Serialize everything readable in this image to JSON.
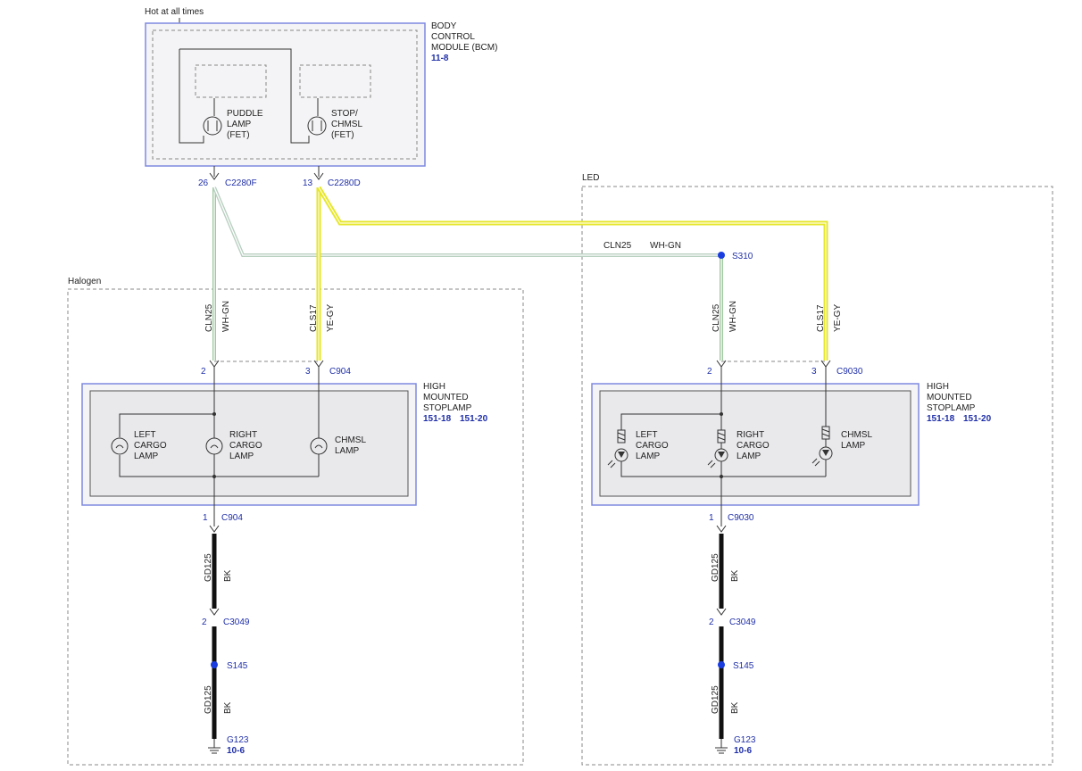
{
  "colors": {
    "highlight": "#e6e62e",
    "connector_text": "#1f2fa8",
    "module_border": "#7f8ae0",
    "wire_green": "#9fc79f",
    "splice_dot": "#1a3de0"
  },
  "top": {
    "hot_label": "Hot at all times"
  },
  "bcm": {
    "title_lines": [
      "BODY",
      "CONTROL",
      "MODULE (BCM)"
    ],
    "ref": "11-8",
    "fet1_lines": [
      "PUDDLE",
      "LAMP",
      "(FET)"
    ],
    "fet2_lines": [
      "STOP/",
      "CHMSL",
      "(FET)"
    ],
    "pin1": "26",
    "conn1": "C2280F",
    "pin2": "13",
    "conn2": "C2280D"
  },
  "top_wire": {
    "circuit": "CLN25",
    "color": "WH-GN"
  },
  "halogen": {
    "label": "Halogen",
    "wire1_circuit": "CLN25",
    "wire1_color": "WH-GN",
    "wire2_circuit": "CLS17",
    "wire2_color": "YE-GY",
    "pin_a": "2",
    "pin_b": "3",
    "conn_top": "C904",
    "lamp_title_lines": [
      "HIGH",
      "MOUNTED",
      "STOPLAMP"
    ],
    "lamp_ref1": "151-18",
    "lamp_ref2": "151-20",
    "left_lamp_lines": [
      "LEFT",
      "CARGO",
      "LAMP"
    ],
    "right_lamp_lines": [
      "RIGHT",
      "CARGO",
      "LAMP"
    ],
    "chmsl_lines": [
      "CHMSL",
      "LAMP"
    ],
    "pin_bottom": "1",
    "conn_bottom": "C904",
    "gnd_circuit": "GD125",
    "gnd_color": "BK",
    "pin_c3049": "2",
    "conn_c3049": "C3049",
    "splice": "S145",
    "gnd_circuit2": "GD125",
    "gnd_color2": "BK",
    "ground": "G123",
    "ground_ref": "10-6"
  },
  "led": {
    "label": "LED",
    "splice_top": "S310",
    "wire1_circuit": "CLN25",
    "wire1_color": "WH-GN",
    "wire2_circuit": "CLS17",
    "wire2_color": "YE-GY",
    "pin_a": "2",
    "pin_b": "3",
    "conn_top": "C9030",
    "lamp_title_lines": [
      "HIGH",
      "MOUNTED",
      "STOPLAMP"
    ],
    "lamp_ref1": "151-18",
    "lamp_ref2": "151-20",
    "left_lamp_lines": [
      "LEFT",
      "CARGO",
      "LAMP"
    ],
    "right_lamp_lines": [
      "RIGHT",
      "CARGO",
      "LAMP"
    ],
    "chmsl_lines": [
      "CHMSL",
      "LAMP"
    ],
    "pin_bottom": "1",
    "conn_bottom": "C9030",
    "gnd_circuit": "GD125",
    "gnd_color": "BK",
    "pin_c3049": "2",
    "conn_c3049": "C3049",
    "splice": "S145",
    "gnd_circuit2": "GD125",
    "gnd_color2": "BK",
    "ground": "G123",
    "ground_ref": "10-6"
  }
}
